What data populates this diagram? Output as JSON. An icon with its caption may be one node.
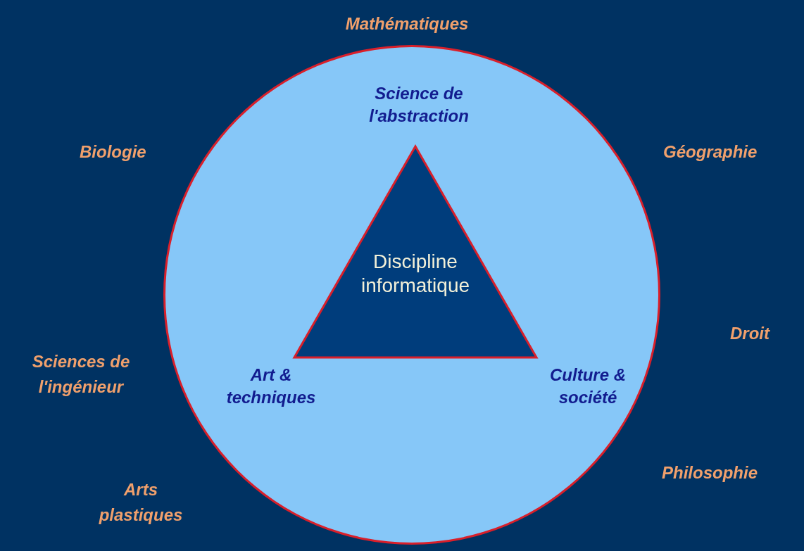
{
  "diagram": {
    "nodes": [
      {
        "text": [],
        "shape": "circle"
      },
      {
        "text": [
          "Discipline informatique"
        ],
        "in": 0,
        "beside": [
          "Science de l'abstraction",
          "Art & techniques",
          "Culture & société"
        ]
      }
    ],
    "labels": [
      "Mathématiques",
      "Biologie",
      "Géographie",
      "Droit",
      "Sciences de l'ingénieur",
      "Philosophie",
      "Arts plastiques"
    ]
  }
}
